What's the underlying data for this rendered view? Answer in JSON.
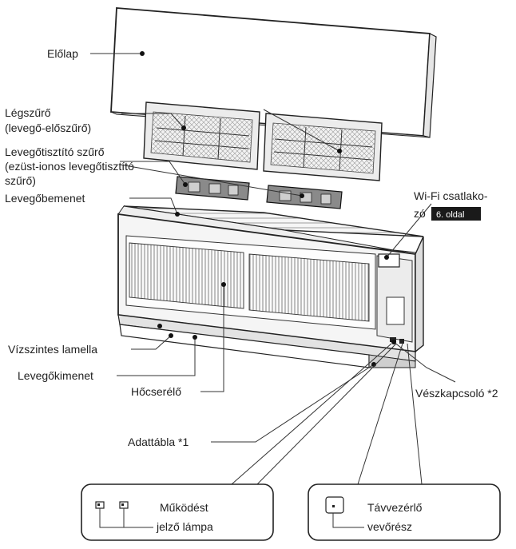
{
  "labels": {
    "front_panel": "Előlap",
    "air_filter_1": "Légszűrő",
    "air_filter_2": "(levegő-előszűrő)",
    "purifier_1": "Levegőtisztító szűrő",
    "purifier_2": "(ezüst-ionos levegőtisztító",
    "purifier_3": "szűrő)",
    "air_inlet": "Levegőbemenet",
    "wifi_1": "Wi-Fi csatlako-",
    "wifi_2": "zó",
    "wifi_badge": "6. oldal",
    "horizontal_louver": "Vízszintes lamella",
    "air_outlet": "Levegőkimenet",
    "heat_exchanger": "Hőcserélő",
    "emergency_switch": "Vészkapcsoló *2",
    "nameplate": "Adattábla *1",
    "indicator_1": "Működést",
    "indicator_2": "jelző lámpa",
    "receiver_1": "Távvezérlő",
    "receiver_2": "vevőrész"
  },
  "colors": {
    "line": "#333333",
    "badge_bg": "#1a1a1a",
    "background": "#ffffff"
  }
}
